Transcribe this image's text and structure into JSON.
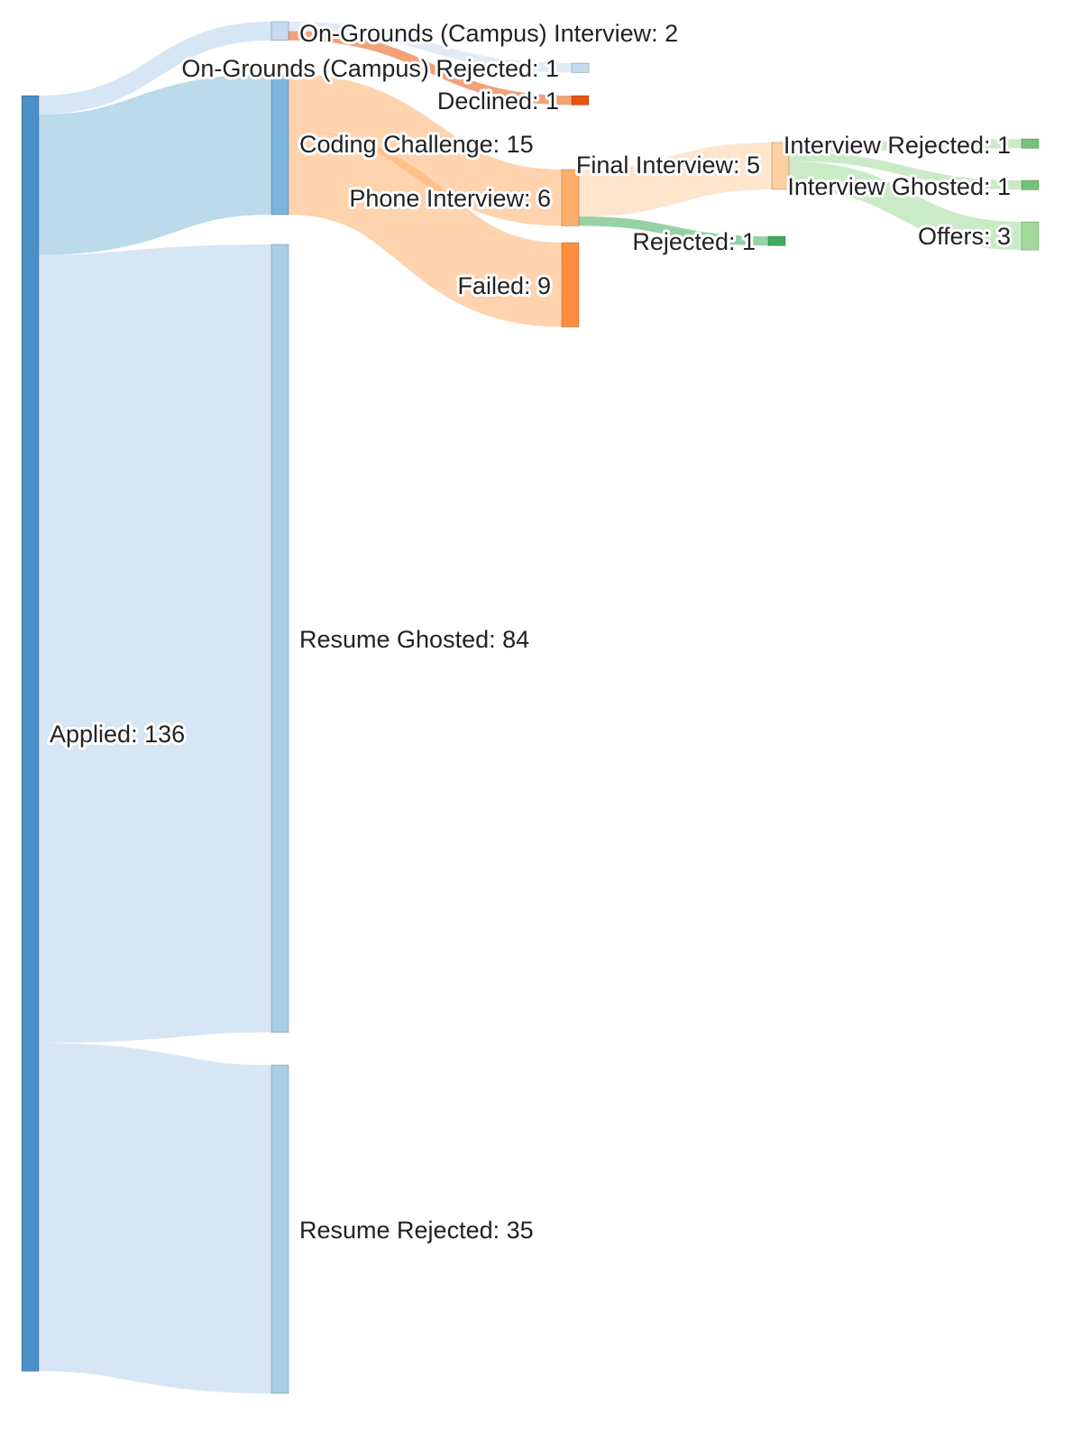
{
  "chart_data": {
    "type": "sankey",
    "nodes": [
      {
        "id": "applied",
        "label": "Applied: 136",
        "value": 136,
        "color": "#4a8fc5"
      },
      {
        "id": "ogi",
        "label": "On-Grounds (Campus) Interview: 2",
        "value": 2,
        "color": "#c6dbef"
      },
      {
        "id": "code",
        "label": "Coding Challenge: 15",
        "value": 15,
        "color": "#7cb5dd"
      },
      {
        "id": "ghost",
        "label": "Resume Ghosted: 84",
        "value": 84,
        "color": "#a9cee6"
      },
      {
        "id": "resrej",
        "label": "Resume Rejected: 35",
        "value": 35,
        "color": "#a9cee6"
      },
      {
        "id": "ogirej",
        "label": "On-Grounds (Campus) Rejected: 1",
        "value": 1,
        "color": "#c6dbef"
      },
      {
        "id": "declined",
        "label": "Declined: 1",
        "value": 1,
        "color": "#e6550d"
      },
      {
        "id": "phone",
        "label": "Phone Interview: 6",
        "value": 6,
        "color": "#fdae6b"
      },
      {
        "id": "failed",
        "label": "Failed: 9",
        "value": 9,
        "color": "#fd8d3c"
      },
      {
        "id": "final",
        "label": "Final Interview: 5",
        "value": 5,
        "color": "#fdd0a2"
      },
      {
        "id": "rejected",
        "label": "Rejected: 1",
        "value": 1,
        "color": "#41ab5d"
      },
      {
        "id": "intrej",
        "label": "Interview Rejected: 1",
        "value": 1,
        "color": "#74c476"
      },
      {
        "id": "intghost",
        "label": "Interview Ghosted: 1",
        "value": 1,
        "color": "#74c476"
      },
      {
        "id": "offers",
        "label": "Offers: 3",
        "value": 3,
        "color": "#a1d99b"
      }
    ],
    "links": [
      {
        "source": "applied",
        "target": "ogi",
        "value": 2,
        "color": "#c6dbef"
      },
      {
        "source": "applied",
        "target": "code",
        "value": 15,
        "color": "#9ecae1"
      },
      {
        "source": "applied",
        "target": "ghost",
        "value": 84,
        "color": "#c6dbef"
      },
      {
        "source": "applied",
        "target": "resrej",
        "value": 35,
        "color": "#c6dbef"
      },
      {
        "source": "ogi",
        "target": "ogirej",
        "value": 1,
        "color": "#c6dbef"
      },
      {
        "source": "ogi",
        "target": "declined",
        "value": 1,
        "color": "#e6550d"
      },
      {
        "source": "code",
        "target": "phone",
        "value": 6,
        "color": "#fdae6b"
      },
      {
        "source": "code",
        "target": "failed",
        "value": 9,
        "color": "#fdae6b"
      },
      {
        "source": "phone",
        "target": "final",
        "value": 5,
        "color": "#fdd0a2"
      },
      {
        "source": "phone",
        "target": "rejected",
        "value": 1,
        "color": "#41ab5d"
      },
      {
        "source": "final",
        "target": "intrej",
        "value": 1,
        "color": "#a1d99b"
      },
      {
        "source": "final",
        "target": "intghost",
        "value": 1,
        "color": "#a1d99b"
      },
      {
        "source": "final",
        "target": "offers",
        "value": 3,
        "color": "#a1d99b"
      }
    ]
  }
}
